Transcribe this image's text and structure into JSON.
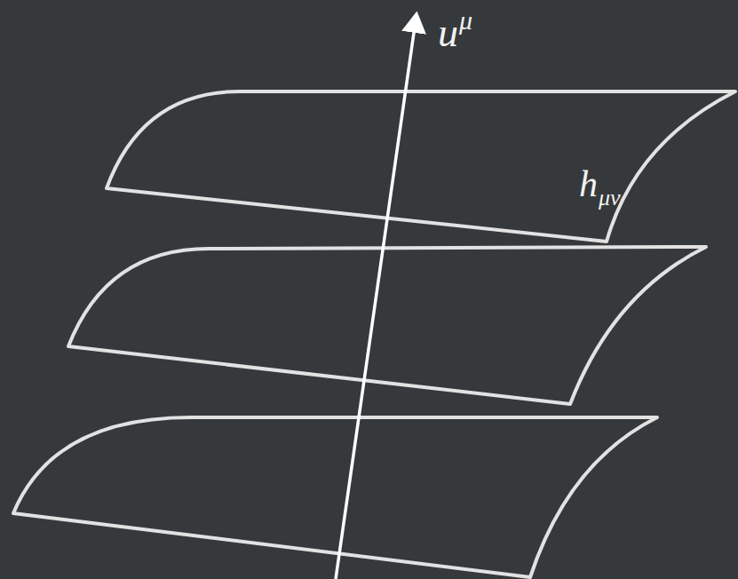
{
  "diagram": {
    "labels": [
      "u",
      "μ",
      "h",
      "μν"
    ]
  }
}
